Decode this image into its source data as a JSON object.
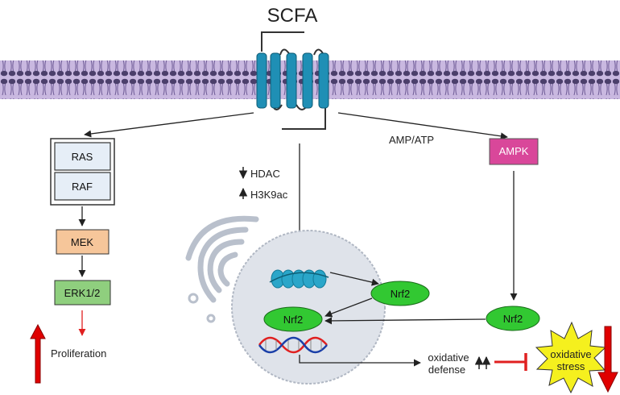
{
  "title": "SCFA",
  "ras_raf": {
    "ras": "RAS",
    "raf": "RAF"
  },
  "mek": "MEK",
  "erk": "ERK1/2",
  "proliferation": "Proliferation",
  "hdac": "HDAC",
  "h3k9ac": "H3K9ac",
  "amp_atp": "AMP/ATP",
  "ampk": "AMPK",
  "nrf2_cytoplasm": "Nrf2",
  "nrf2_nucleus": "Nrf2",
  "nrf2_ampk": "Nrf2",
  "oxidative_defense_line1": "oxidative",
  "oxidative_defense_line2": "defense",
  "oxidative_stress_line1": "oxidative",
  "oxidative_stress_line2": "stress",
  "colors": {
    "membrane": "#c9b8e0",
    "membrane_heads": "#4b3f6b",
    "receptor": "#1f8fb5",
    "ras_raf_fill": "#e6eef7",
    "mek_fill": "#f6c69a",
    "erk_fill": "#8fcf7e",
    "ampk_fill": "#d9479a",
    "nrf2_fill": "#32c832",
    "nucleus_fill": "#dfe3ea",
    "stress_burst": "#f5f01e",
    "up_arrow": "#e00000"
  }
}
